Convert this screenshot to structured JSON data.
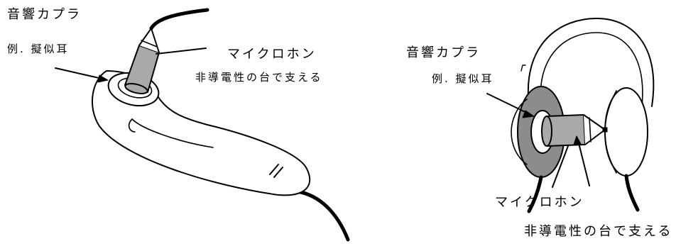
{
  "left": {
    "coupler_title": "音響カプラ",
    "coupler_example": "例. 擬似耳",
    "microphone_label": "マイクロホン",
    "support_label": "非導電性の台で支える"
  },
  "right": {
    "coupler_title": "音響カプラ",
    "coupler_example": "例. 擬似耳",
    "microphone_label": "マイクロホン",
    "support_label": "非導電性の台で支える"
  },
  "colors": {
    "line": "#000000",
    "mic_gray": "#a9a9a9",
    "cushion_gray": "#8c8c8c",
    "background": "#ffffff"
  }
}
